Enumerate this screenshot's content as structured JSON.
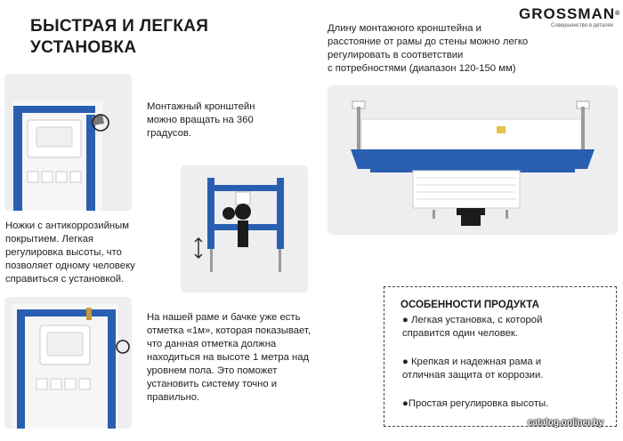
{
  "heading": {
    "line1": "БЫСТРАЯ И ЛЕГКАЯ",
    "line2": "УСТАНОВКА"
  },
  "logo": {
    "text": "GROSSMAN",
    "registered": "®",
    "tagline": "Совершенство в деталях"
  },
  "captions": {
    "bracket": [
      "Монтажный кронштейн",
      "можно вращать на 360",
      "градусов."
    ],
    "legs": [
      "Ножки с антикоррозийным",
      "покрытием. Легкая",
      "регулировка высоты, что",
      "позволяет одному человеку",
      "справиться с установкой."
    ],
    "mark": [
      "На нашей раме и бачке уже есть",
      "отметка «1м», которая показывает,",
      "что данная отметка должна",
      "находиться на высоте 1 метра над",
      "уровнем пола. Это поможет",
      "установить систему точно и",
      "правильно."
    ],
    "distance": [
      "Длину монтажного кронштейна и",
      "расстояние от рамы до стены можно легко",
      "регулировать в соответствии",
      "с потребностями (диапазон 120-150 мм)"
    ]
  },
  "features": {
    "title": "ОСОБЕННОСТИ ПРОДУКТА",
    "item1": [
      "● Легкая установка, с которой",
      "справится один человек."
    ],
    "item2": [
      "● Крепкая и надежная рама и",
      "отличная защита от коррозии."
    ],
    "item3": [
      "●Простая регулировка высоты."
    ]
  },
  "watermark": "catalog.onliner.by",
  "colors": {
    "frame_blue": "#2a5fb0",
    "panel_bg": "#eeeef0",
    "text": "#222222"
  }
}
